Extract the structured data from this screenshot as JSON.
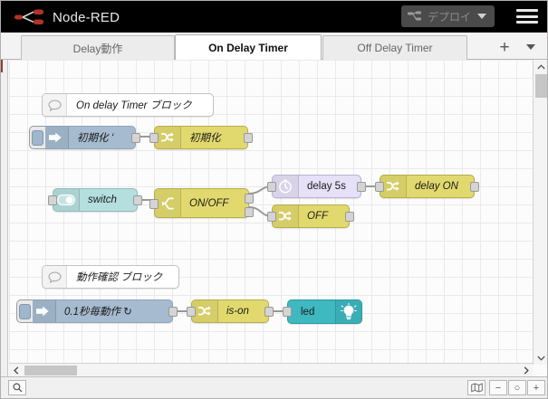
{
  "app": {
    "brand": "Node-RED",
    "logo_icon": "node-red-logo-icon"
  },
  "header": {
    "deploy": {
      "label": "デプロイ",
      "icon": "deploy-icon",
      "caret_icon": "chevron-down-icon",
      "enabled": false
    },
    "menu": {
      "icon": "hamburger-menu-icon"
    }
  },
  "tabs": {
    "items": [
      {
        "label": "Delay動作",
        "active": false
      },
      {
        "label": "On Delay Timer",
        "active": true
      },
      {
        "label": "Off Delay Timer",
        "active": false
      }
    ],
    "add_label": "+",
    "add_icon": "plus-icon",
    "more_icon": "chevron-down-icon"
  },
  "flow": {
    "comments": [
      {
        "text": "On delay Timer ブロック",
        "icon": "comment-bubble-icon"
      },
      {
        "text": "動作確認 ブロック",
        "icon": "comment-bubble-icon"
      }
    ],
    "nodes": [
      {
        "id": "inject-init",
        "label": "初期化 ʻ",
        "type": "inject",
        "icon": "inject-arrow-icon"
      },
      {
        "id": "change-init",
        "label": "初期化",
        "type": "change",
        "icon": "change-shuffle-icon"
      },
      {
        "id": "switch-ui",
        "label": "switch",
        "type": "ui-switch",
        "icon": "toggle-switch-icon"
      },
      {
        "id": "switch-onoff",
        "label": "ON/OFF",
        "type": "switch",
        "icon": "switch-fork-icon"
      },
      {
        "id": "delay-5s",
        "label": "delay 5s",
        "type": "delay",
        "icon": "stopwatch-icon"
      },
      {
        "id": "change-delay-on",
        "label": "delay ON",
        "type": "change",
        "icon": "change-shuffle-icon"
      },
      {
        "id": "change-off",
        "label": "OFF",
        "type": "change",
        "icon": "change-shuffle-icon"
      },
      {
        "id": "inject-01s",
        "label": "0.1秒毎動作 ↻",
        "type": "inject",
        "icon": "inject-arrow-icon"
      },
      {
        "id": "change-is-on",
        "label": "is-on",
        "type": "change",
        "icon": "change-shuffle-icon"
      },
      {
        "id": "led",
        "label": "led",
        "type": "led",
        "icon": "led-bulb-icon"
      }
    ]
  },
  "scrollbars": {
    "vertical": {
      "up_icon": "chevron-up-icon",
      "down_icon": "chevron-down-icon"
    },
    "horizontal": {
      "left_icon": "chevron-left-icon",
      "right_icon": "chevron-right-icon"
    }
  },
  "footer": {
    "search_icon": "search-icon",
    "map_icon": "map-icon",
    "zoom_out_label": "−",
    "zoom_reset_label": "○",
    "zoom_in_label": "+",
    "zoom_out_icon": "zoom-out-icon",
    "zoom_reset_icon": "zoom-reset-icon",
    "zoom_in_icon": "zoom-in-icon"
  },
  "colors": {
    "header_bg": "#000000",
    "inject_node": "#a6bbcf",
    "change_node": "#e2d96e",
    "switch_node": "#e2d96e",
    "ui_switch_node": "#b5dfdf",
    "delay_node": "#e6e0f8",
    "led_node": "#3fb8c0",
    "canvas_bg": "#fcfcfc",
    "grid_line": "#eaeaea"
  }
}
